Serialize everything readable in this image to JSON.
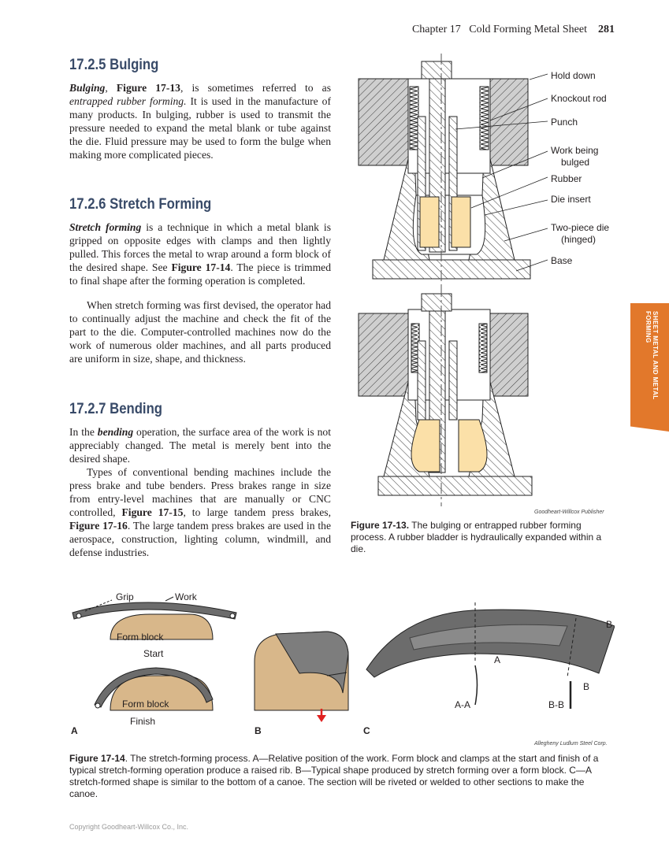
{
  "header": {
    "chapter": "Chapter 17",
    "chapter_title": "Cold Forming Metal Sheet",
    "page_number": "281"
  },
  "side_tab": "SHEET METAL AND METAL FORMING",
  "sections": {
    "bulging": {
      "heading": "17.2.5 Bulging",
      "term": "Bulging",
      "fig_ref": "Figure 17-13",
      "alt_term": "entrapped rubber forming.",
      "p1_a": ", ",
      "p1_b": ", is sometimes referred to as ",
      "p1_c": " It is used in the manufacture of many products. In bulging, rubber is used to transmit the pressure needed to expand the metal blank or tube against the die. Fluid pressure may be used to form the bulge when making more complicated pieces."
    },
    "stretch": {
      "heading": "17.2.6 Stretch Forming",
      "term": "Stretch forming",
      "p1_a": " is a technique in which a metal blank is gripped on opposite edges with clamps and then lightly pulled. This forces the metal to wrap around a form block of the desired shape. See ",
      "fig_ref": "Figure 17-14",
      "p1_b": ". The piece is trimmed to final shape after the forming operation is completed.",
      "p2": "When stretch forming was first devised, the operator had to continually adjust the machine and check the fit of the part to the die. Computer-controlled machines now do the work of numerous older machines, and all parts produced are uniform in size, shape, and thickness."
    },
    "bending": {
      "heading": "17.2.7 Bending",
      "p1_a": "In the ",
      "term": "bending",
      "p1_b": " operation, the surface area of the work is not appreciably changed. The metal is merely bent into the desired shape.",
      "p2_a": "Types of conventional bending machines include the press brake and tube benders. Press brakes range in size from entry-level machines that are manually or CNC controlled, ",
      "fig_ref1": "Figure 17-15",
      "p2_b": ", to large tandem press brakes, ",
      "fig_ref2": "Figure 17-16",
      "p2_c": ". The large tandem press brakes are used in the aerospace, construction, lighting column, windmill, and defense industries."
    }
  },
  "figure_17_13": {
    "labels": [
      "Hold down",
      "Knockout rod",
      "Punch",
      "Work being",
      "bulged",
      "Rubber",
      "Die insert",
      "Two-piece die",
      "(hinged)",
      "Base"
    ],
    "credit": "Goodheart-Willcox Publisher",
    "caption_num": "Figure 17-13.",
    "caption_text": " The bulging or entrapped rubber forming process. A rubber bladder is hydraulically expanded within a die."
  },
  "figure_17_14": {
    "labels_a": {
      "grip": "Grip",
      "work": "Work",
      "form_block_1": "Form block",
      "start": "Start",
      "form_block_2": "Form block",
      "finish": "Finish"
    },
    "labels_c": {
      "a": "A",
      "b1": "B",
      "b2": "B",
      "aa": "A-A",
      "bb": "B-B"
    },
    "panel_letters": [
      "A",
      "B",
      "C"
    ],
    "credit": "Allegheny Ludlum Steel Corp.",
    "caption_num": "Figure 17-14",
    "caption_text": ". The stretch-forming process. A—Relative position of the work. Form block and clamps at the start and finish of a typical stretch-forming operation produce a raised rib. B—Typical shape produced by stretch forming over a form block. C—A stretch-formed shape is similar to the bottom of a canoe. The section will be riveted or welded to other sections to make the canoe."
  },
  "copyright": "Copyright Goodheart-Willcox Co., Inc.",
  "colors": {
    "heading": "#384a68",
    "tab": "#e2782b",
    "rubber": "#fbe0a8",
    "block": "#d8b78a",
    "arrow": "#e02020"
  }
}
